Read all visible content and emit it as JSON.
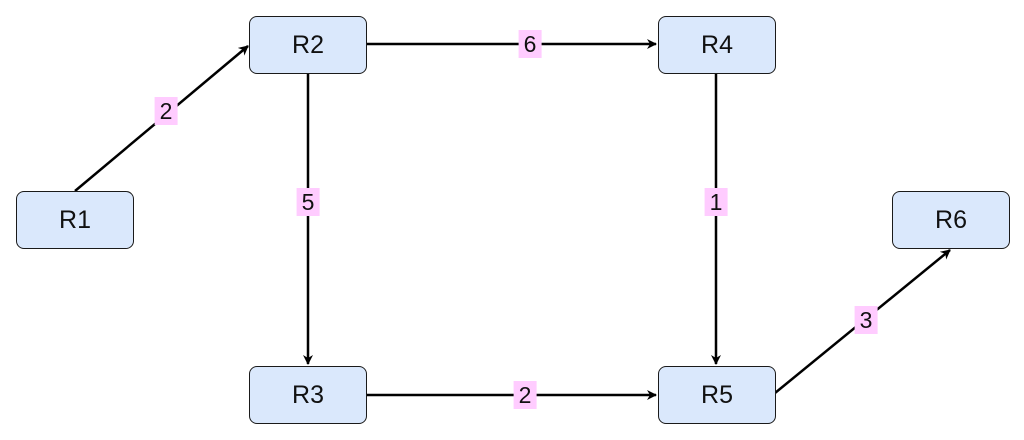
{
  "nodes": {
    "r1": "R1",
    "r2": "R2",
    "r3": "R3",
    "r4": "R4",
    "r5": "R5",
    "r6": "R6"
  },
  "edges": [
    {
      "from": "R1",
      "to": "R2",
      "weight": "2"
    },
    {
      "from": "R2",
      "to": "R4",
      "weight": "6"
    },
    {
      "from": "R2",
      "to": "R3",
      "weight": "5"
    },
    {
      "from": "R4",
      "to": "R5",
      "weight": "1"
    },
    {
      "from": "R3",
      "to": "R5",
      "weight": "2"
    },
    {
      "from": "R5",
      "to": "R6",
      "weight": "3"
    }
  ],
  "colors": {
    "node_fill": "#dae8fc",
    "node_border": "#1a1a1a",
    "label_bg": "#ffccff",
    "edge": "#000000"
  }
}
